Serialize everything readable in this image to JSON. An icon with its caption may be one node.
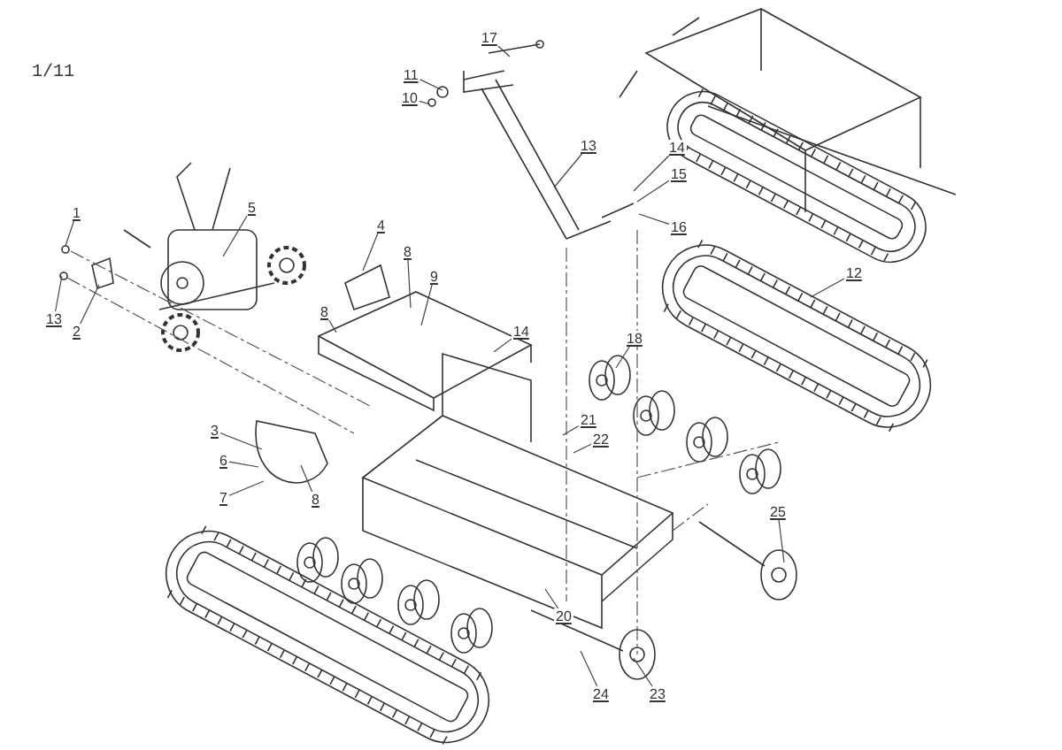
{
  "diagram": {
    "nodes": [
      {
        "text": [
          "1"
        ]
      },
      {
        "text": [
          "5"
        ]
      },
      {
        "text": [
          "13"
        ]
      },
      {
        "text": [
          "2"
        ]
      },
      {
        "text": [
          "4"
        ]
      },
      {
        "text": [
          "8"
        ]
      },
      {
        "text": [
          "8"
        ]
      },
      {
        "text": [
          "9"
        ]
      },
      {
        "text": [
          "14"
        ]
      },
      {
        "text": [
          "3"
        ]
      },
      {
        "text": [
          "6"
        ]
      },
      {
        "text": [
          "7"
        ]
      },
      {
        "text": [
          "8"
        ]
      },
      {
        "text": [
          "17"
        ]
      },
      {
        "text": [
          "11"
        ]
      },
      {
        "text": [
          "10"
        ]
      },
      {
        "text": [
          "13"
        ]
      },
      {
        "text": [
          "14"
        ]
      },
      {
        "text": [
          "15"
        ]
      },
      {
        "text": [
          "16"
        ]
      },
      {
        "text": [
          "12"
        ]
      },
      {
        "text": [
          "18"
        ]
      },
      {
        "text": [
          "21"
        ]
      },
      {
        "text": [
          "22"
        ]
      },
      {
        "text": [
          "25"
        ]
      },
      {
        "text": [
          "20"
        ]
      },
      {
        "text": [
          "24"
        ]
      },
      {
        "text": [
          "23"
        ]
      }
    ],
    "edges": [
      {
        "from": 0,
        "to": null,
        "arrow": "none"
      },
      {
        "from": 1,
        "to": null,
        "arrow": "none"
      },
      {
        "from": 2,
        "to": null,
        "arrow": "none"
      },
      {
        "from": 3,
        "to": null,
        "arrow": "none"
      },
      {
        "from": 4,
        "to": null,
        "arrow": "none"
      },
      {
        "from": 5,
        "to": null,
        "arrow": "none"
      },
      {
        "from": 6,
        "to": null,
        "arrow": "none"
      },
      {
        "from": 7,
        "to": null,
        "arrow": "none"
      },
      {
        "from": 8,
        "to": null,
        "arrow": "none"
      },
      {
        "from": 9,
        "to": null,
        "arrow": "none"
      },
      {
        "from": 10,
        "to": null,
        "arrow": "none"
      },
      {
        "from": 11,
        "to": null,
        "arrow": "none"
      },
      {
        "from": 12,
        "to": null,
        "arrow": "none"
      },
      {
        "from": 13,
        "to": null,
        "arrow": "none"
      },
      {
        "from": 14,
        "to": null,
        "arrow": "none"
      },
      {
        "from": 15,
        "to": null,
        "arrow": "none"
      },
      {
        "from": 16,
        "to": null,
        "arrow": "none"
      },
      {
        "from": 17,
        "to": null,
        "arrow": "none"
      },
      {
        "from": 18,
        "to": null,
        "arrow": "none"
      },
      {
        "from": 19,
        "to": null,
        "arrow": "none"
      },
      {
        "from": 20,
        "to": null,
        "arrow": "none"
      },
      {
        "from": 21,
        "to": null,
        "arrow": "none"
      },
      {
        "from": 22,
        "to": null,
        "arrow": "none"
      },
      {
        "from": 23,
        "to": null,
        "arrow": "none"
      },
      {
        "from": 24,
        "to": null,
        "arrow": "none"
      },
      {
        "from": 25,
        "to": null,
        "arrow": "none"
      },
      {
        "from": 26,
        "to": null,
        "arrow": "none"
      },
      {
        "from": 27,
        "to": null,
        "arrow": "none"
      }
    ],
    "labels": [
      "1/11"
    ]
  }
}
